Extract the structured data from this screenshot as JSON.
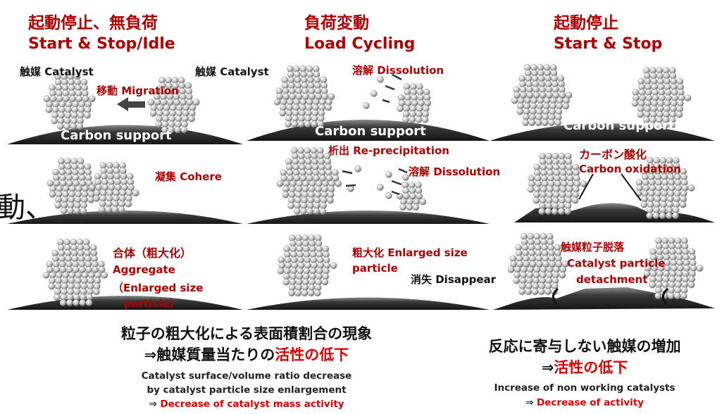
{
  "columns": [
    {
      "title_jp": "起動停止、無負荷",
      "title_en": "Start & Stop/Idle"
    },
    {
      "title_jp": "負荷変動",
      "title_en": "Load Cycling"
    },
    {
      "title_jp": "起動停止",
      "title_en": "Start & Stop"
    }
  ],
  "row1": {
    "catalyst_left": "触媒 Catalyst",
    "catalyst_right": "触媒 Catalyst",
    "migration": "移動 Migration",
    "carbon_support_1": "Carbon support",
    "dissolution": "溶解 Dissolution",
    "carbon_support_2": "Carbon support",
    "carbon_support_3": "Carbon support"
  },
  "row2": {
    "cohere": "凝集 Cohere",
    "reprecipitation": "析出 Re-precipitation",
    "dissolution": "溶解 Dissolution",
    "carbon_oxidation_jp": "カーボン酸化",
    "carbon_oxidation_en": "Carbon oxidation"
  },
  "row3": {
    "aggregate_jp": "合体（粗大化）",
    "aggregate_en": "Aggregate",
    "aggregate_en2": "（Enlarged size",
    "aggregate_en3": "particle）",
    "enlarged_1": "粗大化 Enlarged size",
    "enlarged_2": "particle",
    "disappear": "消失 Disappear",
    "detach_jp": "触媒粒子脱落",
    "detach_en1": "Catalyst particle",
    "detach_en2": "detachment"
  },
  "left_edge_fragment": "動、",
  "summary_left": {
    "line1": "粒子の粗大化による表面積割合の現象",
    "line2_prefix": "⇒触媒質量当たりの",
    "line2_red": "活性の低下",
    "en1": "Catalyst surface/volume ratio decrease",
    "en2": "by catalyst particle size enlargement",
    "en3_prefix": "⇒ ",
    "en3_red": "Decrease of catalyst mass activity"
  },
  "summary_right": {
    "line1": "反応に寄与しない触媒の増加",
    "line2_prefix": "⇒",
    "line2_red": "活性の低下",
    "en1": "Increase of non working catalysts",
    "en2_prefix": "⇒ ",
    "en2_red": "Decrease of activity"
  },
  "colors": {
    "accent_red": "#b00000",
    "bright_red": "#e00000",
    "support": "#2b2b2b"
  }
}
